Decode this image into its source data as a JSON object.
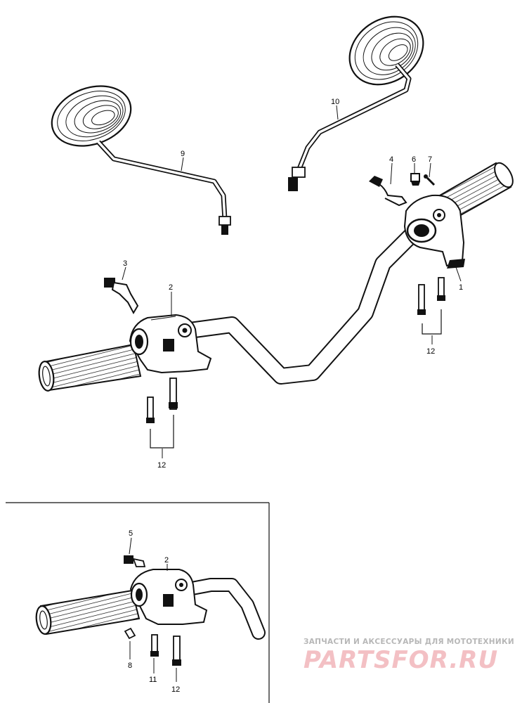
{
  "callouts": {
    "c1": "1",
    "c2_main": "2",
    "c3": "3",
    "c4": "4",
    "c6": "6",
    "c7": "7",
    "c9": "9",
    "c10": "10",
    "c12_left": "12",
    "c12_right": "12",
    "c5_inset": "5",
    "c2_inset": "2",
    "c8_inset": "8",
    "c11_inset": "11",
    "c12_inset": "12"
  },
  "watermark": {
    "tagline": "ЗАПЧАСТИ И АКСЕССУАРЫ ДЛЯ МОТОТЕХНИКИ",
    "logo": "PARTSFOR.RU"
  },
  "colors": {
    "line": "#111111",
    "watermark_gray": "#b7b7b7",
    "watermark_pink": "#f3c0c4"
  }
}
